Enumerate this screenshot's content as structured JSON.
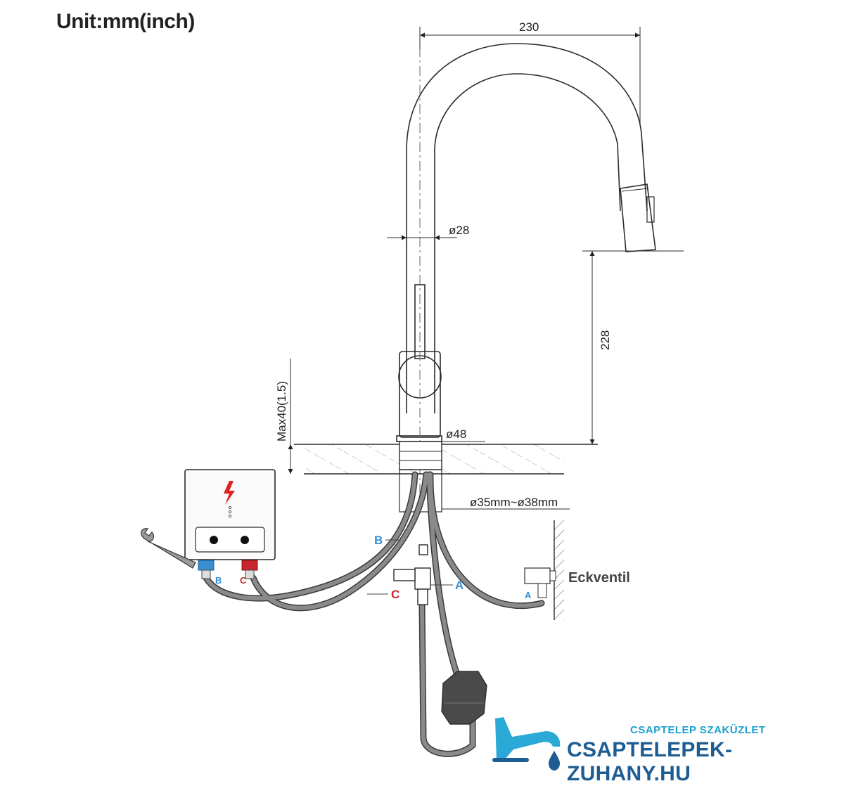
{
  "header": {
    "unit_title": "Unit:mm(inch)"
  },
  "dimensions": {
    "width_230": "230",
    "dia_28": "ø28",
    "height_228": "228",
    "max_40": "Max40(1.5)",
    "dia_48": "ø48",
    "hole_range": "ø35mm~ø38mm"
  },
  "connections": {
    "b_label": "B",
    "c_label": "C",
    "a_label": "A",
    "angle_valve": "Eckventil"
  },
  "colors": {
    "line": "#2b2b2b",
    "hose": "#7a7a7a",
    "blue": "#3a8fd0",
    "red": "#c8262a",
    "brand_light": "#1a9fd0",
    "brand_dark": "#1d5d93"
  },
  "icons": [
    "lightning-icon",
    "wrench-icon",
    "faucet-logo-icon",
    "water-drop-icon"
  ],
  "brand": {
    "tagline": "CSAPTELEP SZAKÜZLET",
    "domain": "CSAPTELEPEK-ZUHANY.HU"
  }
}
